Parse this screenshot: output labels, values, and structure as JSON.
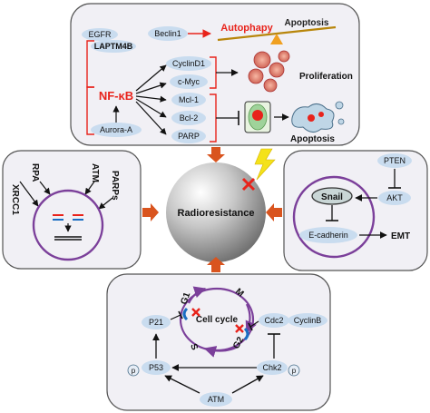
{
  "center": {
    "label": "Radioresistance"
  },
  "top": {
    "egfr": "EGFR",
    "laptm4b": "LAPTM4B",
    "beclin1": "Beclin1",
    "autophagy": "Autophapy",
    "apoptosis_a": "Apoptosis",
    "nfkb": "NF-κB",
    "cyclind1": "CyclinD1",
    "cmyc": "c-Myc",
    "mcl1": "Mcl-1",
    "bcl2": "Bcl-2",
    "parp": "PARP",
    "aurora": "Aurora-A",
    "proliferation": "Proliferation",
    "apoptosis_b": "Apoptosis"
  },
  "left": {
    "xrcc1": "XRCC1",
    "rpa": "RPA",
    "atm": "ATM",
    "parps": "PARPs"
  },
  "right": {
    "pten": "PTEN",
    "snail": "Snail",
    "akt": "AKT",
    "ecadherin": "E-cadherin",
    "emt": "EMT"
  },
  "bottom": {
    "g1": "G1",
    "m": "M",
    "s": "S",
    "g2": "G2",
    "cellcycle": "Cell cycle",
    "p21": "P21",
    "cdc2": "Cdc2",
    "cyclinb": "CyclinB",
    "p": "p",
    "p53": "P53",
    "chk2": "Chk2",
    "atm": "ATM"
  },
  "colors": {
    "red": "#e8231b",
    "purple": "#7b3f9a",
    "orange_arrow": "#d9541e",
    "ellipse_fill": "#c9dcef",
    "panel_fill": "#f1f0f5"
  }
}
